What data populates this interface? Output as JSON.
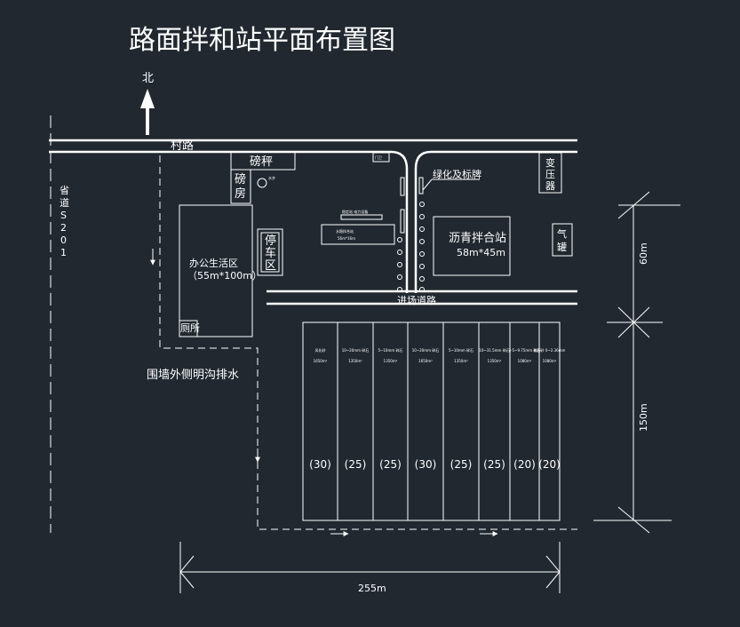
{
  "title": "路面拌和站平面布置图",
  "north": "北",
  "roads": {
    "village_road": "村路",
    "entrance_road": "进场道路",
    "provincial_road": [
      "省",
      "道",
      "S",
      "2",
      "0",
      "1"
    ]
  },
  "buildings": {
    "weighbridge": "磅秤",
    "weigh_room": [
      "磅",
      "房"
    ],
    "office_area": "办公生活区",
    "office_area_size": "（55m*100m）",
    "toilet": "厕所",
    "parking": [
      "停",
      "车",
      "区"
    ],
    "water_tank": "水井",
    "gate_small": "门卫",
    "stabilized_station_top": "稳定站 电力设备",
    "stabilized_station": "水稳拌合站",
    "stabilized_station_size": "56m*16m",
    "green_sign": "绿化及标牌",
    "asphalt_station": "沥青拌合站",
    "asphalt_station_size": "58m*45m",
    "transformer": [
      "变",
      "压",
      "器"
    ],
    "gas_tank": [
      "气",
      "罐"
    ]
  },
  "drainage_note": "围墙外侧明沟排水",
  "dimensions": {
    "width": "255m",
    "height_top": "60m",
    "height_bottom": "150m"
  },
  "bins": [
    {
      "label": "风化砂",
      "area": "1650m²",
      "capacity": "(30)"
    },
    {
      "label": "10~20mm 碎石",
      "area": "1350m²",
      "capacity": "(25)"
    },
    {
      "label": "5~10mm 碎石",
      "area": "1350m²",
      "capacity": "(25)"
    },
    {
      "label": "10~20mm 碎石",
      "area": "1650m²",
      "capacity": "(30)"
    },
    {
      "label": "5~10mm 碎石",
      "area": "1350m²",
      "capacity": "(25)"
    },
    {
      "label": "10~31.5mm 碎石",
      "area": "1350m²",
      "capacity": "(25)"
    },
    {
      "label": "3-5~9.75mm 碎石",
      "area": "1080m²",
      "capacity": "(20)"
    },
    {
      "label": "机制砂 0~2.36mm",
      "area": "1080m²",
      "capacity": "(20)"
    }
  ]
}
